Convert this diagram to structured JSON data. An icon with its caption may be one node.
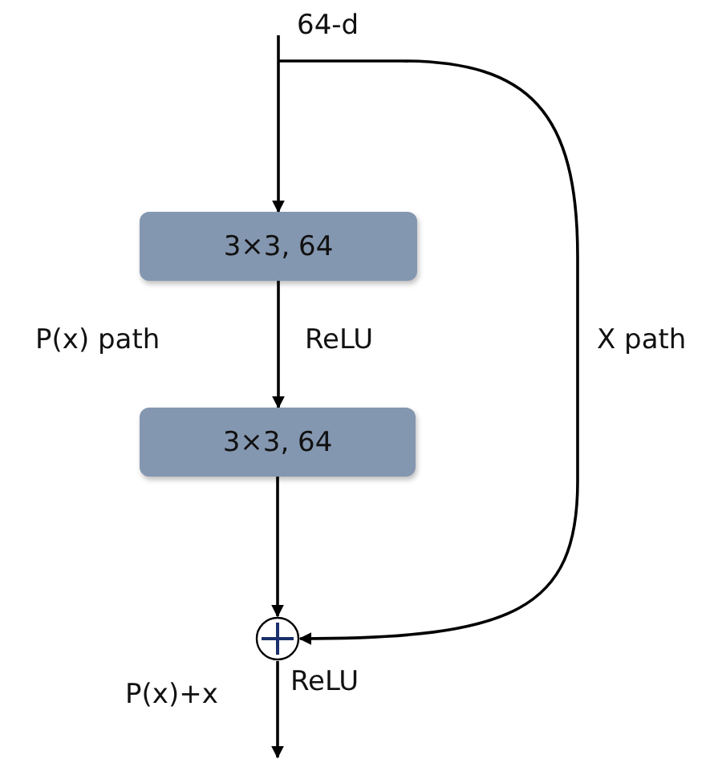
{
  "diagram": {
    "nodes": [
      {
        "text": [
          "3×3, 64"
        ]
      },
      {
        "text": [
          "3×3, 64"
        ]
      },
      {
        "text": [],
        "shape": "circle"
      }
    ],
    "edges": [
      {
        "from": null,
        "to": 0,
        "arrow": "to"
      },
      {
        "from": 0,
        "to": 1,
        "arrow": "to",
        "label": "ReLU"
      },
      {
        "from": 1,
        "to": 2,
        "arrow": "to"
      },
      {
        "from": null,
        "to": 2,
        "arrow": "to",
        "label": "X path"
      },
      {
        "from": 2,
        "to": null,
        "arrow": "to"
      }
    ],
    "labels": [
      "64-d",
      "P(x) path",
      "P(x)+x",
      "ReLU"
    ]
  }
}
